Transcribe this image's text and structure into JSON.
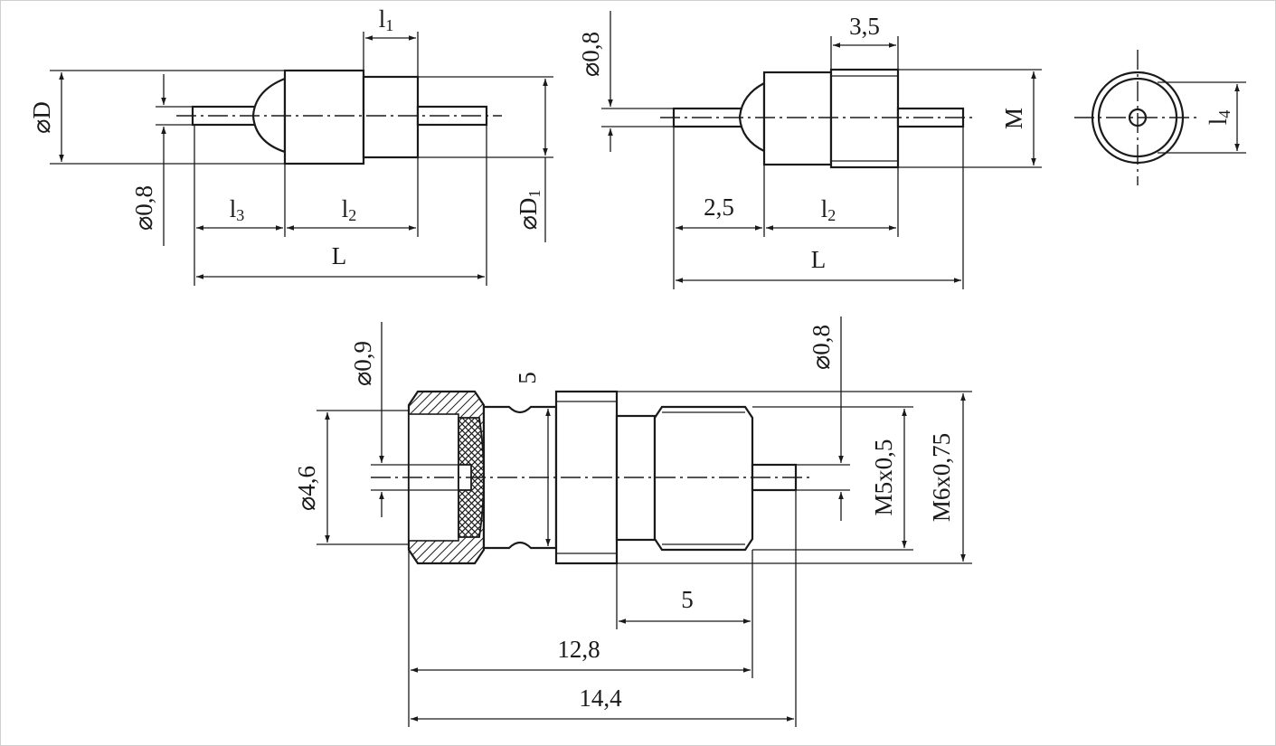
{
  "labels": {
    "top_left": {
      "dia_D": "⌀D",
      "dia_D1_main": "⌀D",
      "dia_D1_sub": "1",
      "dia_08": "⌀0,8",
      "l1_main": "l",
      "l1_sub": "1",
      "l2_main": "l",
      "l2_sub": "2",
      "l3_main": "l",
      "l3_sub": "3",
      "L": "L"
    },
    "top_middle": {
      "dia_08": "⌀0,8",
      "len_35": "3,5",
      "len_25": "2,5",
      "l2_main": "l",
      "l2_sub": "2",
      "M": "M",
      "L": "L"
    },
    "top_right": {
      "l4_main": "l",
      "l4_sub": "4"
    },
    "bottom": {
      "dia_09": "⌀0,9",
      "dia_46": "⌀4,6",
      "dim_5_vertical": "5",
      "dia_08": "⌀0,8",
      "thread_M5": "M5x0,5",
      "thread_M6": "M6x0,75",
      "dim_5": "5",
      "dim_128": "12,8",
      "dim_144": "14,4"
    }
  }
}
